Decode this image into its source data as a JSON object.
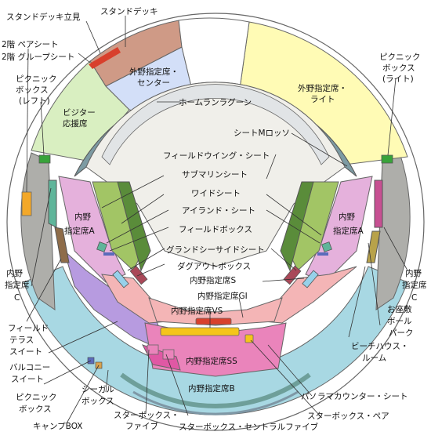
{
  "colors": {
    "outer_ring": "#a8d8e3",
    "outfield_right": "#fffbb5",
    "outfield_center": "#d3dff8",
    "visitor": "#d9efc1",
    "stand_deck": "#cf9a86",
    "field_gray": "#aeaeaa",
    "infield_a": "#e5b1dc",
    "infield_bottom": "#f4b5b6",
    "infield_ss": "#ea84bb",
    "purple": "#b79be0",
    "concourse": "#7d9ba3",
    "olive": "#a2c565",
    "darkgreen": "#5a8c3a",
    "lawn_light": "#f0efea",
    "orange": "#f3a829",
    "gold": "#f5c51a",
    "red": "#d8402c",
    "brown": "#8e6c49",
    "teal": "#5fb59a",
    "blue": "#5b6bbb",
    "lightblue": "#97d1ea",
    "maroon": "#a94858",
    "dark_green_box": "#38a33a"
  },
  "labels": {
    "stand_deck_standing": "スタンドデッキ立見",
    "stand_deck": "スタンドデッキ",
    "pair_seat_2f": "2階 ペアシート",
    "group_seat_2f": "2階 グループシート",
    "picnic_left_1": "ピクニック",
    "picnic_left_2": "ボックス",
    "picnic_left_3": "(レフト)",
    "outfield_center_1": "外野指定席・",
    "outfield_center_2": "センター",
    "visitor_1": "ビジター",
    "visitor_2": "応援席",
    "home_run_lagoon": "ホームランラグーン",
    "picnic_right_1": "ピクニック",
    "picnic_right_2": "ボックス",
    "picnic_right_3": "(ライト)",
    "outfield_right_1": "外野指定席・",
    "outfield_right_2": "ライト",
    "seat_m_lotte": "シートMロッソ",
    "field_wing": "フィールドウイング・シート",
    "submarine": "サブマリンシート",
    "wide": "ワイドシート",
    "island": "アイランド・シート",
    "field_box": "フィールドボックス",
    "grand_seaside": "グランドシーサイドシート",
    "dugout_box": "ダグアウトボックス",
    "infield_s": "内野指定席S",
    "infield_gi": "内野指定席GI",
    "infield_vs": "内野指定席VS",
    "infield_ss": "内野指定席SS",
    "infield_b": "内野指定席B",
    "infield_a_left_1": "内野",
    "infield_a_left_2": "指定席A",
    "infield_a_right_1": "内野",
    "infield_a_right_2": "指定席A",
    "infield_c_left_1": "内野",
    "infield_c_left_2": "指定席",
    "infield_c_left_3": "C",
    "infield_c_right_1": "内野",
    "infield_c_right_2": "指定席",
    "infield_c_right_3": "C",
    "field_terrace_1": "フィールド",
    "field_terrace_2": "テラス",
    "field_terrace_3": "スイート",
    "balcony_1": "バルコニー",
    "balcony_2": "スイート",
    "picnic_box_1": "ピクニック",
    "picnic_box_2": "ボックス",
    "seagull_1": "シーガル",
    "seagull_2": "ボックス",
    "camp_box": "キャンプBOX",
    "star_box_five_1": "スターボックス・",
    "star_box_five_2": "ファイブ",
    "star_box_central": "スターボックス・セントラルファイブ",
    "star_box_pair": "スターボックス・ペア",
    "panorama_counter": "パノラマカウンター・シート",
    "beach_house_1": "ビーチハウス・",
    "beach_house_2": "ルーム",
    "zashiki_1": "お座敷",
    "zashiki_2": "ボール",
    "zashiki_3": "パーク"
  }
}
